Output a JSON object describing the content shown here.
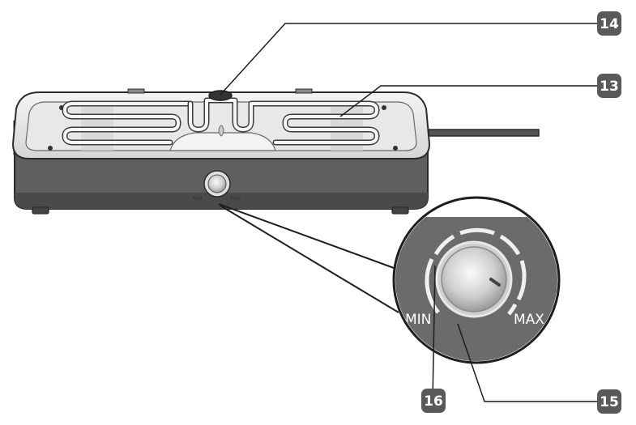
{
  "callouts": [
    {
      "id": "14",
      "label": "14"
    },
    {
      "id": "13",
      "label": "13"
    },
    {
      "id": "16",
      "label": "16"
    },
    {
      "id": "15",
      "label": "15"
    }
  ],
  "knob": {
    "min_label": "MIN",
    "max_label": "MAX"
  },
  "colors": {
    "badge": "#595959",
    "body": "#5f5f5f",
    "body_dark": "#4a4a4a",
    "plate": "#dcdcdc",
    "plate_light": "#efefef",
    "outline": "#2b2b2b",
    "zoom_bg": "#6b6b6b"
  }
}
